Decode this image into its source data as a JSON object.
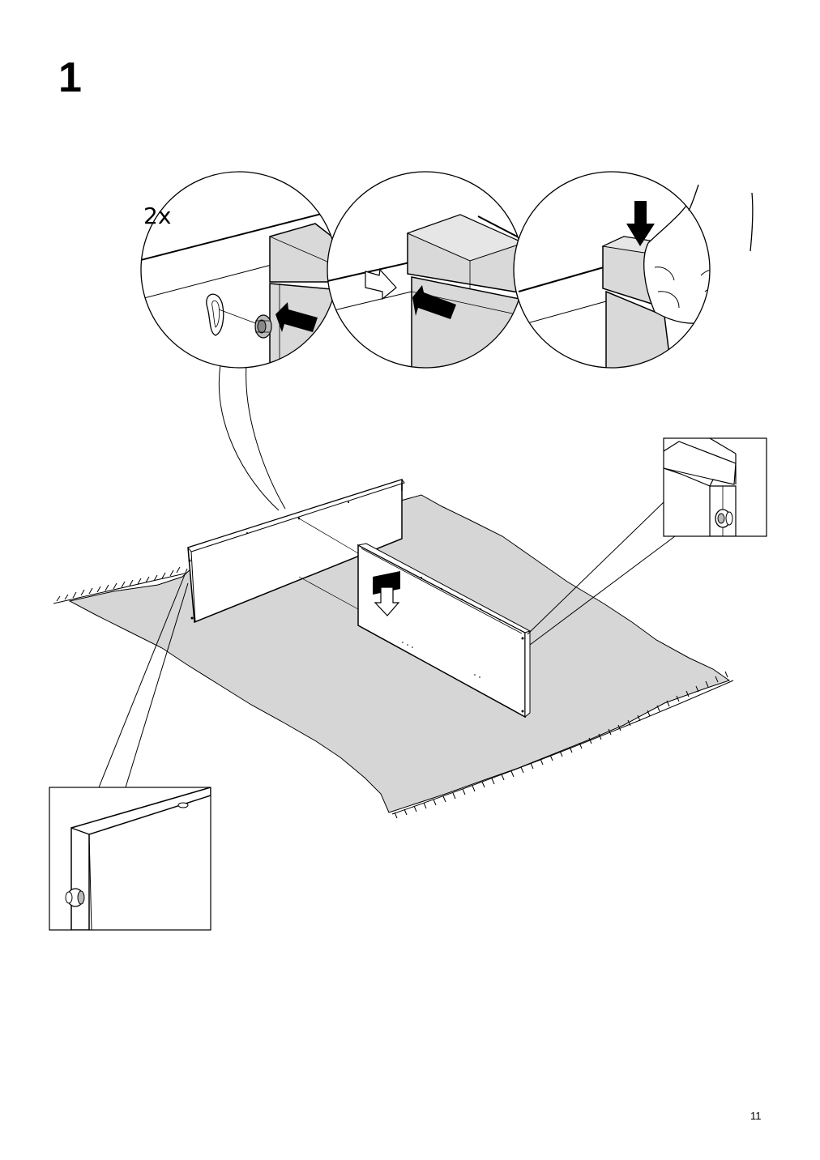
{
  "step": {
    "number": "1"
  },
  "detail": {
    "quantity": "2x"
  },
  "footer": {
    "page_number": "11"
  },
  "palette": {
    "panel_gray": "#d9d9d9",
    "rug_gray": "#d6d6d6",
    "ink": "#000000",
    "paper": "#ffffff"
  }
}
